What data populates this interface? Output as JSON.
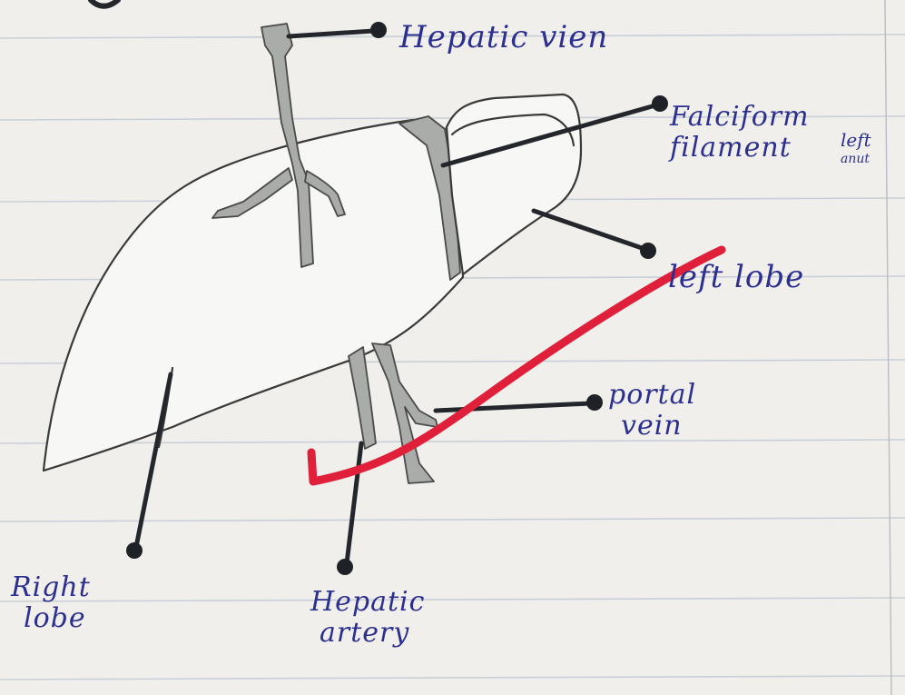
{
  "labels": {
    "hepatic_vien": "Hepatic vien",
    "falciform_line1": "Falciform",
    "falciform_line2": "filament",
    "left_lobe": "left lobe",
    "portal_line1": "portal",
    "portal_line2": "vein",
    "right_line1": "Right",
    "right_line2": "lobe",
    "artery_line1": "Hepatic",
    "artery_line2": "artery",
    "margin_top": "left",
    "margin_bottom": "anut"
  },
  "colors": {
    "paper": "#f1efec",
    "ink_blue": "#2b2f8f",
    "pencil": "#3a3a3a",
    "vessel_shade": "#a9aca8",
    "check_mark_red": "#e0203a"
  }
}
